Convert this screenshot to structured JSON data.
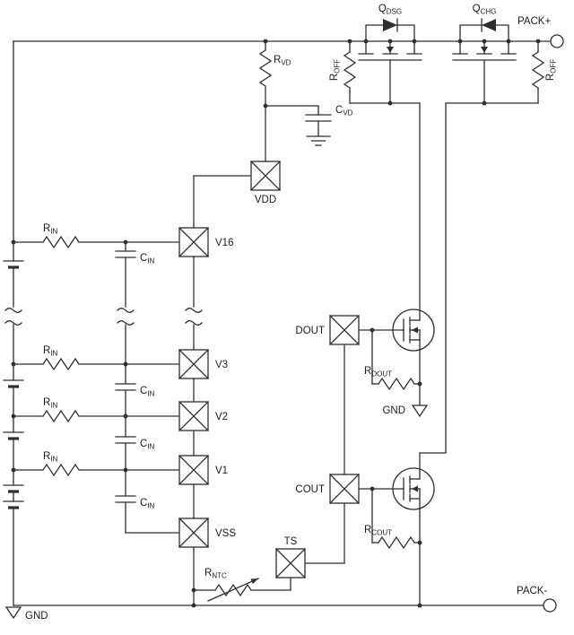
{
  "schematic": {
    "terminals": {
      "pack_plus": "PACK+",
      "pack_minus": "PACK-",
      "gnd": "GND"
    },
    "fets": {
      "q_dsg": {
        "main": "Q",
        "sub": "DSG"
      },
      "q_chg": {
        "main": "Q",
        "sub": "CHG"
      }
    },
    "pins": {
      "vdd": "VDD",
      "v16": "V16",
      "v3": "V3",
      "v2": "V2",
      "v1": "V1",
      "vss": "VSS",
      "dout": "DOUT",
      "cout": "COUT",
      "ts": "TS"
    },
    "components": {
      "r_vd": {
        "main": "R",
        "sub": "VD"
      },
      "c_vd": {
        "main": "C",
        "sub": "VD"
      },
      "r_off": {
        "main": "R",
        "sub": "OFF"
      },
      "r_in": {
        "main": "R",
        "sub": "IN"
      },
      "c_in": {
        "main": "C",
        "sub": "IN"
      },
      "r_dout": {
        "main": "R",
        "sub": "DOUT"
      },
      "r_cout": {
        "main": "R",
        "sub": "COUT"
      },
      "r_ntc": {
        "main": "R",
        "sub": "NTC"
      }
    },
    "colors": {
      "line": "#2e2e2e",
      "background": "#ffffff"
    }
  }
}
